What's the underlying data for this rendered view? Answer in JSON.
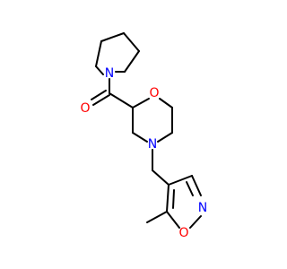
{
  "molecule": {
    "atoms": {
      "pyrrolidine_n": {
        "label": "N",
        "color": "#0000ff"
      },
      "carbonyl_o": {
        "label": "O",
        "color": "#ff0000"
      },
      "morpholine_o": {
        "label": "O",
        "color": "#ff0000"
      },
      "morpholine_n": {
        "label": "N",
        "color": "#0000ff"
      },
      "isoxazole_n": {
        "label": "N",
        "color": "#0000ff"
      },
      "isoxazole_o": {
        "label": "O",
        "color": "#ff0000"
      }
    },
    "bond_color": "#000000",
    "background": "#ffffff"
  }
}
